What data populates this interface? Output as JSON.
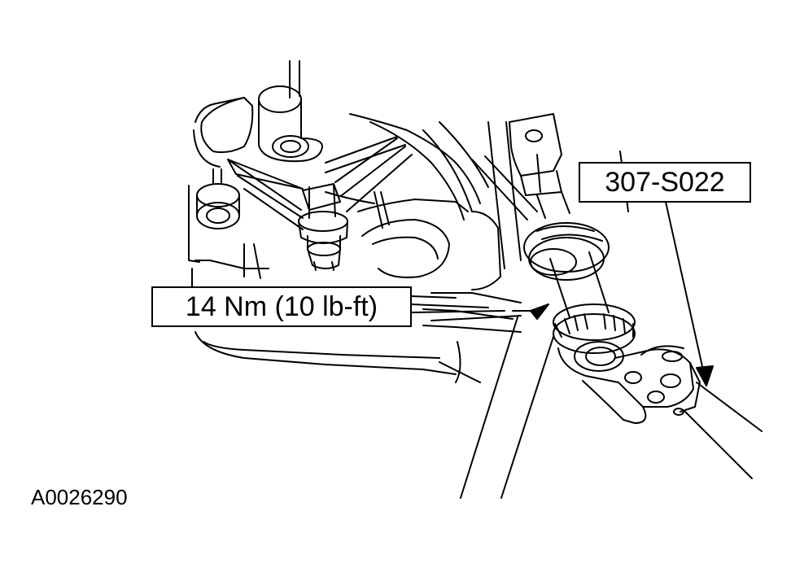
{
  "callouts": {
    "torque_spec": "14 Nm (10 lb-ft)",
    "special_tool": "307-S022"
  },
  "figure_id": "A0026290",
  "colors": {
    "line": "#000000",
    "background": "#ffffff"
  }
}
